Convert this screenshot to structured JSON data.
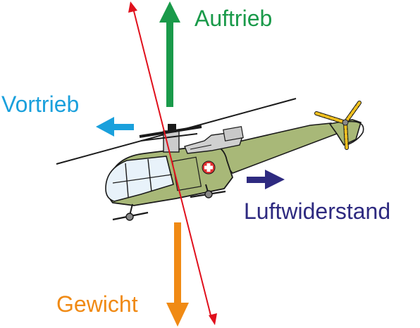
{
  "labels": {
    "lift": "Auftrieb",
    "thrust": "Vortrieb",
    "drag": "Luftwiderstand",
    "weight": "Gewicht"
  },
  "colors": {
    "lift": "#1a9a4a",
    "thrust": "#1aa0dc",
    "drag": "#2e2a80",
    "weight": "#f08a14",
    "rotor_axis": "#e0101c",
    "body": "#a8b878",
    "outline": "#1a1a1a",
    "cross_bg": "#e03030"
  },
  "helicopter": {
    "marking": "swiss-cross"
  }
}
